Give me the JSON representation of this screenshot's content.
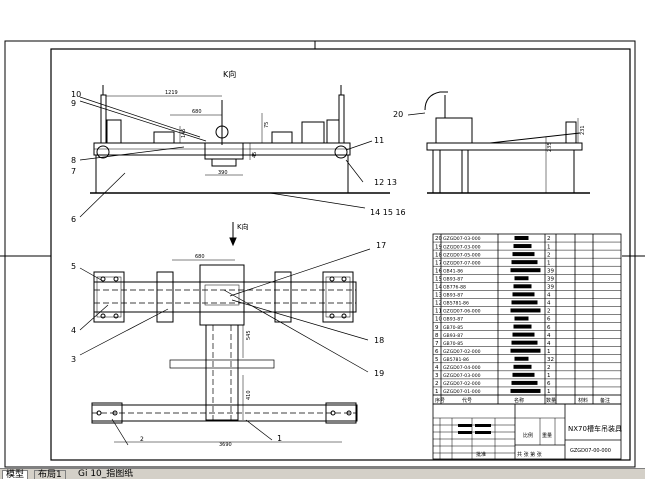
{
  "drawing": {
    "view_label_top": "K向",
    "view_label_mid": "K向",
    "dimensions": {
      "d_1219": "1219",
      "d_680_top": "680",
      "d_145": "145",
      "d_75": "75",
      "d_45": "45",
      "d_390": "390",
      "d_231": "231",
      "d_235": "235",
      "d_680_plan": "680",
      "d_3690": "3690",
      "d_545": "545",
      "d_410": "410",
      "d_2": "2"
    },
    "balloons": {
      "b10": "10",
      "b9": "9",
      "b8": "8",
      "b7": "7",
      "b6": "6",
      "b11": "11",
      "b12_13": "12  13",
      "b14_16": "14  15  16",
      "b20": "20",
      "b17": "17",
      "b5": "5",
      "b4": "4",
      "b3": "3",
      "b18": "18",
      "b19": "19",
      "b1": "1"
    }
  },
  "bom": {
    "rows": [
      {
        "no": "20",
        "code": "GZGD07-03-000",
        "qty": "2"
      },
      {
        "no": "19",
        "code": "GZGD07-03-000",
        "qty": "1"
      },
      {
        "no": "18",
        "code": "GZGD07-05-000",
        "qty": "2"
      },
      {
        "no": "17",
        "code": "GZGD07-07-000",
        "qty": "1"
      },
      {
        "no": "16",
        "code": "GB41-86",
        "qty": "39"
      },
      {
        "no": "15",
        "code": "GB93-87",
        "qty": "39"
      },
      {
        "no": "14",
        "code": "GB776-88",
        "qty": "39"
      },
      {
        "no": "13",
        "code": "GB93-87",
        "qty": "4"
      },
      {
        "no": "12",
        "code": "GB5781-86",
        "qty": "4"
      },
      {
        "no": "11",
        "code": "GZGD07-06-000",
        "qty": "2"
      },
      {
        "no": "10",
        "code": "GB93-87",
        "qty": "6"
      },
      {
        "no": "9",
        "code": "GB70-85",
        "qty": "6"
      },
      {
        "no": "8",
        "code": "GB93-87",
        "qty": "4"
      },
      {
        "no": "7",
        "code": "GB70-85",
        "qty": "4"
      },
      {
        "no": "6",
        "code": "GZGD07-02-000",
        "qty": "1"
      },
      {
        "no": "5",
        "code": "GB5781-86",
        "qty": "32"
      },
      {
        "no": "4",
        "code": "GZGD07-04-000",
        "qty": "2"
      },
      {
        "no": "3",
        "code": "GZGD07-03-000",
        "qty": "1"
      },
      {
        "no": "2",
        "code": "GZGD07-02-000",
        "qty": "6"
      },
      {
        "no": "1",
        "code": "GZGD07-01-000",
        "qty": "1"
      }
    ],
    "header": {
      "no": "序号",
      "code": "代号",
      "name": "名称",
      "qty": "数量",
      "material": "材料",
      "remark": "备注"
    }
  },
  "title_block": {
    "title": "NX70槽车吊装具",
    "drawing_no": "GZGD07-00-000",
    "scale_label": "比例",
    "weight_label": "重量",
    "sheet_label": "共 张 第 张",
    "approve_label": "批准"
  },
  "tabs": [
    "模型",
    "布局1",
    "Gi 10_指图纸"
  ],
  "colors": {
    "ink": "#000000",
    "background": "#ffffff",
    "ui_gray": "#d4d0c8"
  }
}
